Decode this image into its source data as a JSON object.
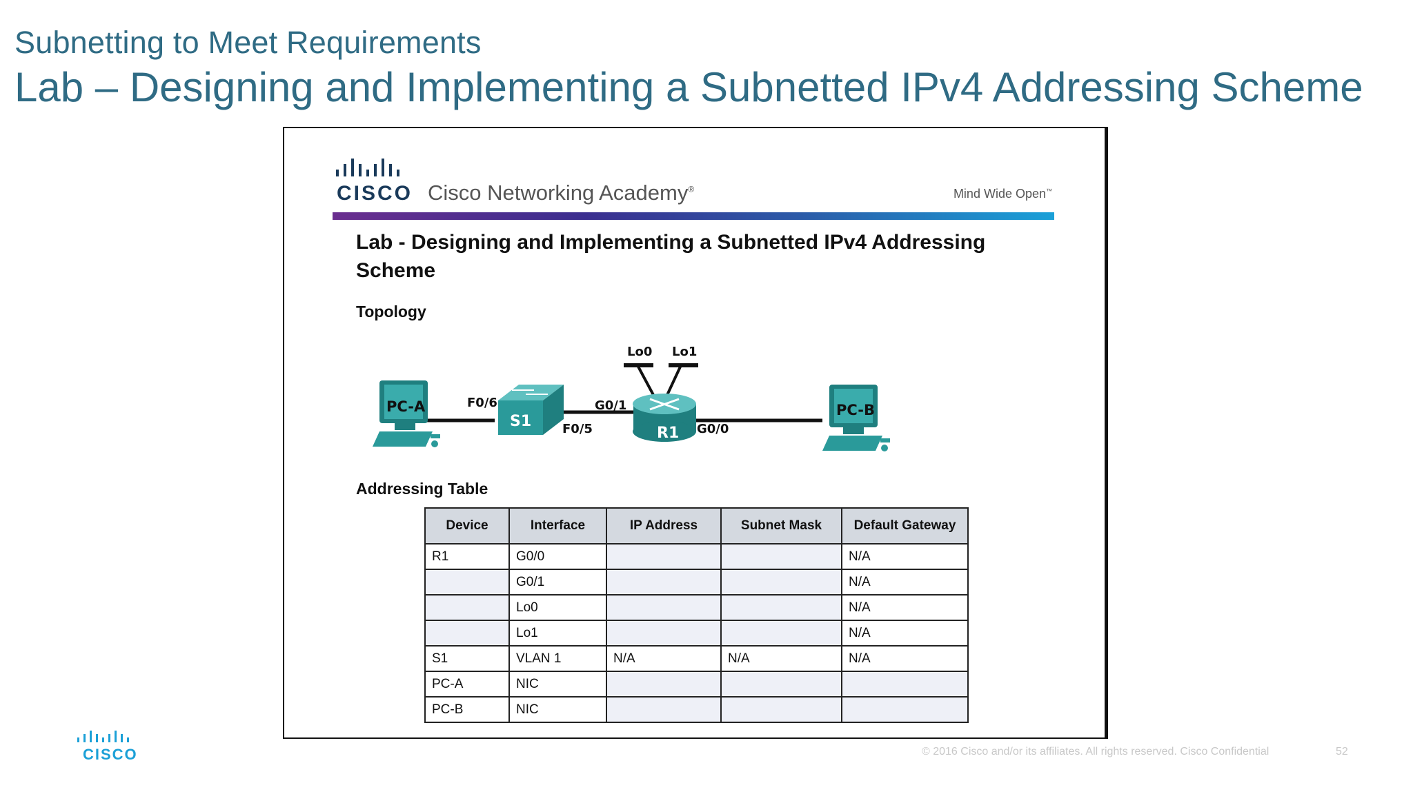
{
  "slide": {
    "subtitle": "Subnetting to Meet Requirements",
    "title": "Lab – Designing and Implementing a Subnetted IPv4 Addressing Scheme"
  },
  "document": {
    "brand_word": "CISCO",
    "academy": "Cisco Networking Academy",
    "academy_mark": "®",
    "tagline": "Mind Wide Open",
    "tagline_mark": "™",
    "brand_colors": [
      "#6a2e8f",
      "#2b5ba8",
      "#1aa0d8"
    ],
    "lab_title_line1": "Lab - Designing and Implementing a Subnetted IPv4 Addressing",
    "lab_title_line2": "Scheme",
    "topology_heading": "Topology",
    "table_heading": "Addressing Table"
  },
  "topology": {
    "pc_a": "PC-A",
    "pc_b": "PC-B",
    "switch": "S1",
    "router": "R1",
    "f0_6": "F0/6",
    "f0_5": "F0/5",
    "g0_1": "G0/1",
    "g0_0": "G0/0",
    "lo0": "Lo0",
    "lo1": "Lo1",
    "device_color": "#2a9a9a"
  },
  "table": {
    "headers": [
      "Device",
      "Interface",
      "IP Address",
      "Subnet Mask",
      "Default Gateway"
    ],
    "rows": [
      [
        "R1",
        "G0/0",
        "",
        "",
        "N/A"
      ],
      [
        "",
        "G0/1",
        "",
        "",
        "N/A"
      ],
      [
        "",
        "Lo0",
        "",
        "",
        "N/A"
      ],
      [
        "",
        "Lo1",
        "",
        "",
        "N/A"
      ],
      [
        "S1",
        "VLAN 1",
        "N/A",
        "N/A",
        "N/A"
      ],
      [
        "PC-A",
        "NIC",
        "",
        "",
        ""
      ],
      [
        "PC-B",
        "NIC",
        "",
        "",
        ""
      ]
    ]
  },
  "footer": {
    "brand_word": "CISCO",
    "copyright": "© 2016  Cisco and/or its affiliates. All rights reserved.   Cisco Confidential",
    "page_number": "52"
  }
}
